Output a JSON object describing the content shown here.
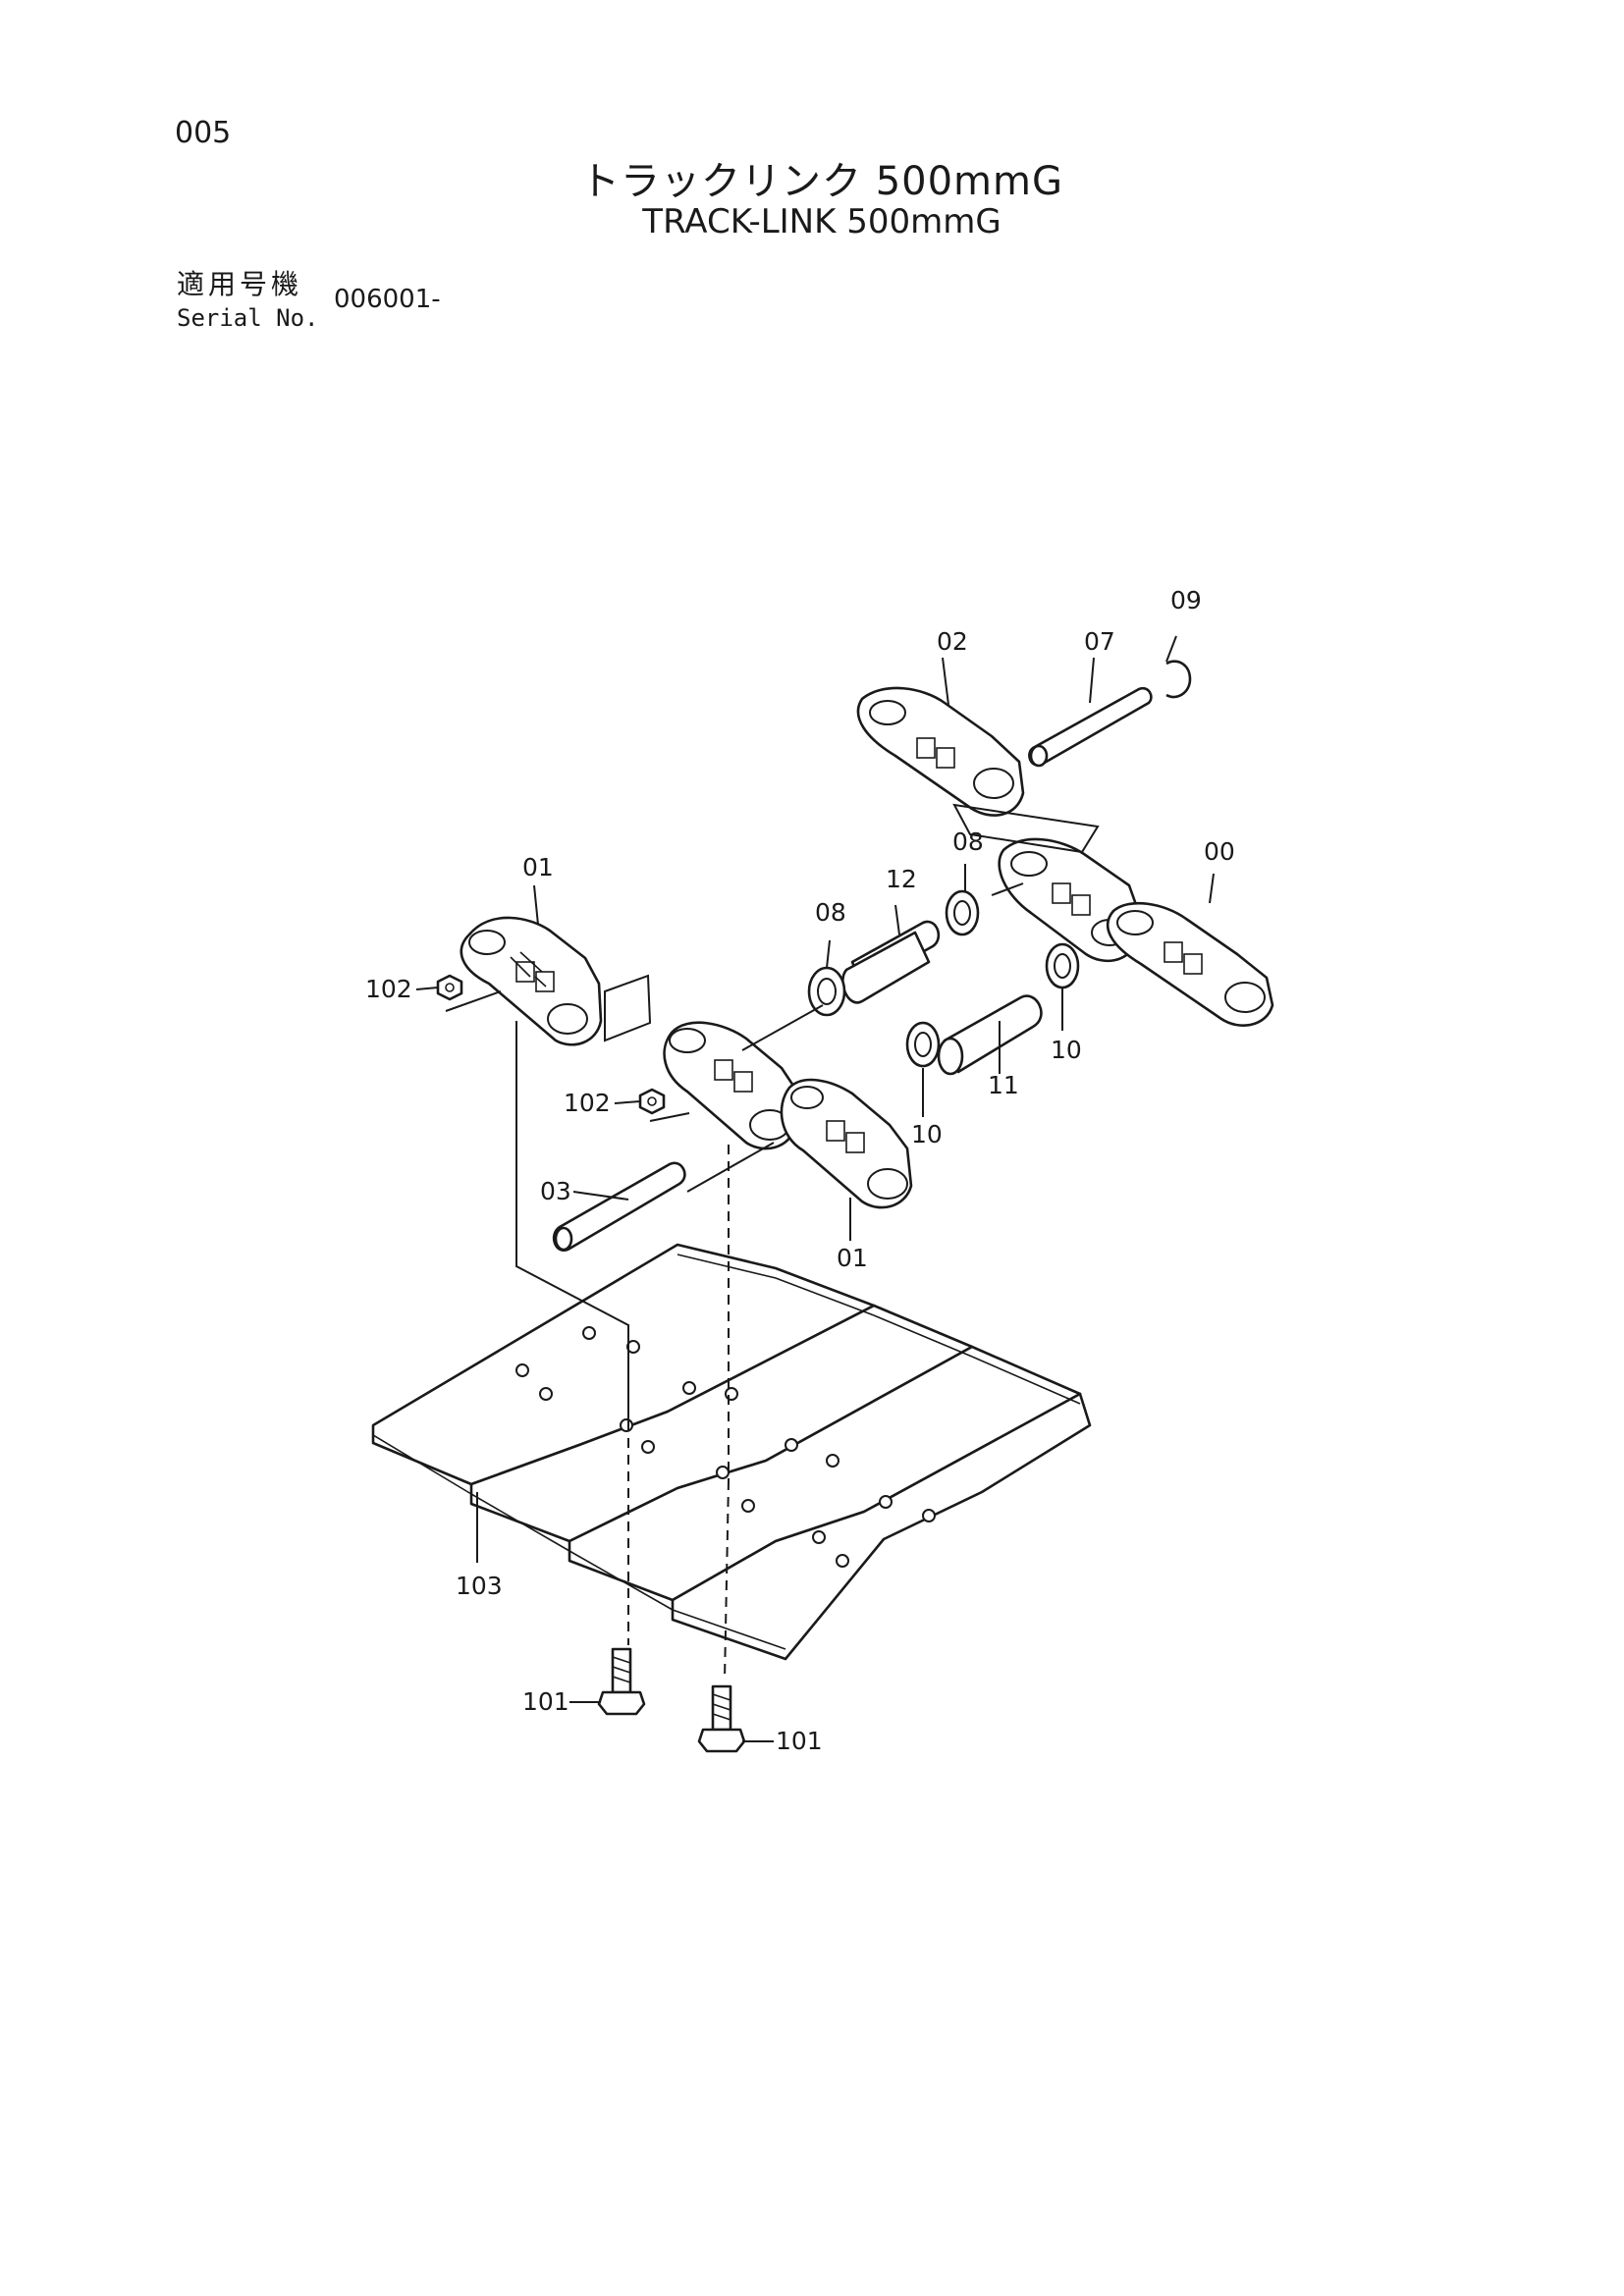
{
  "header": {
    "page_number": "005",
    "title_jp": "トラックリンク 500mmG",
    "title_en": "TRACK-LINK 500mmG",
    "serial_label_jp": "適用号機",
    "serial_label_en": "Serial No.",
    "serial_value": "006001-"
  },
  "callouts": {
    "c09": "09",
    "c02": "02",
    "c07": "07",
    "c08a": "08",
    "c00": "00",
    "c01a": "01",
    "c12": "12",
    "c08b": "08",
    "c102a": "102",
    "c10a": "10",
    "c11": "11",
    "c102b": "102",
    "c10b": "10",
    "c03": "03",
    "c01b": "01",
    "c103": "103",
    "c101a": "101",
    "c101b": "101"
  },
  "colors": {
    "ink": "#1a1a1a",
    "paper": "#ffffff"
  }
}
